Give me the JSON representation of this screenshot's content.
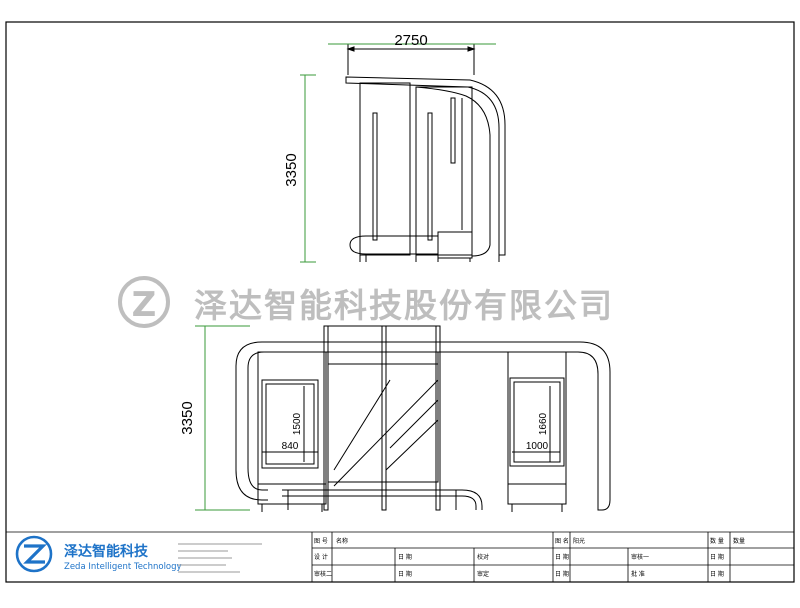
{
  "drawing": {
    "side_width_dim": "2750",
    "side_height_dim": "3350",
    "front_height_dim": "3350",
    "front_left_panel_h": "1500",
    "front_left_panel_w": "840",
    "front_right_panel_h": "1660",
    "front_right_panel_w": "1000"
  },
  "watermark": {
    "text": "泽达智能科技股份有限公司",
    "logo_letter": "Z"
  },
  "title_block": {
    "company_cn": "泽达智能科技",
    "company_en": "Zeda Intelligent Technology",
    "brand_color": "#1e73c8",
    "grid": {
      "r1": [
        "图 号",
        "名称",
        "图 名",
        "阳光",
        "数 量",
        "数量"
      ],
      "r2": [
        "设 计",
        "日 期",
        "校对",
        "日 期",
        "审核一",
        "日 期"
      ],
      "r3": [
        "审核二",
        "日 期",
        "审定",
        "日 期",
        "批 准",
        "日 期"
      ]
    }
  }
}
